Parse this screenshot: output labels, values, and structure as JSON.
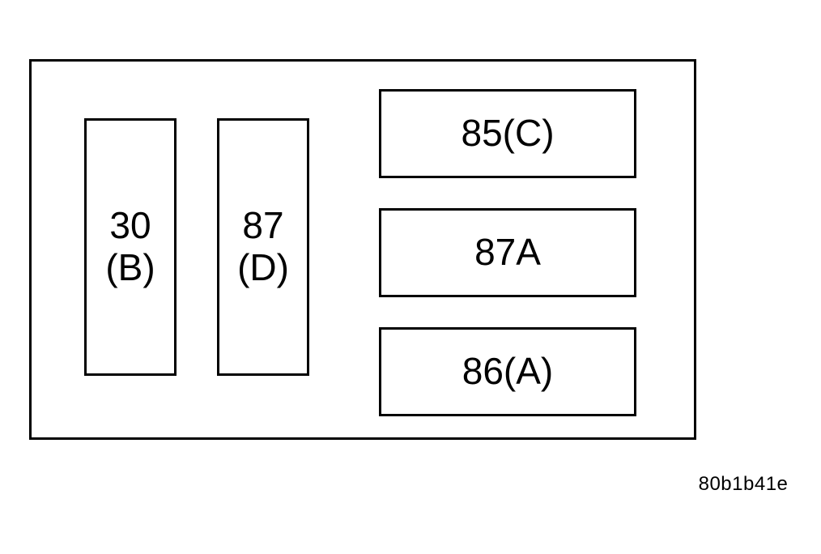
{
  "page": {
    "background_color": "#ffffff",
    "line_color": "#000000"
  },
  "diagram": {
    "kind": "relay-terminal-pinout",
    "terminals": [
      {
        "id": "30",
        "label": "30\n(B)",
        "orientation": "vertical"
      },
      {
        "id": "87",
        "label": "87\n(D)",
        "orientation": "vertical"
      },
      {
        "id": "85",
        "label": "85(C)",
        "orientation": "horizontal"
      },
      {
        "id": "87A",
        "label": "87A",
        "orientation": "horizontal"
      },
      {
        "id": "86",
        "label": "86(A)",
        "orientation": "horizontal"
      }
    ],
    "figure_code": "80b1b41e"
  }
}
